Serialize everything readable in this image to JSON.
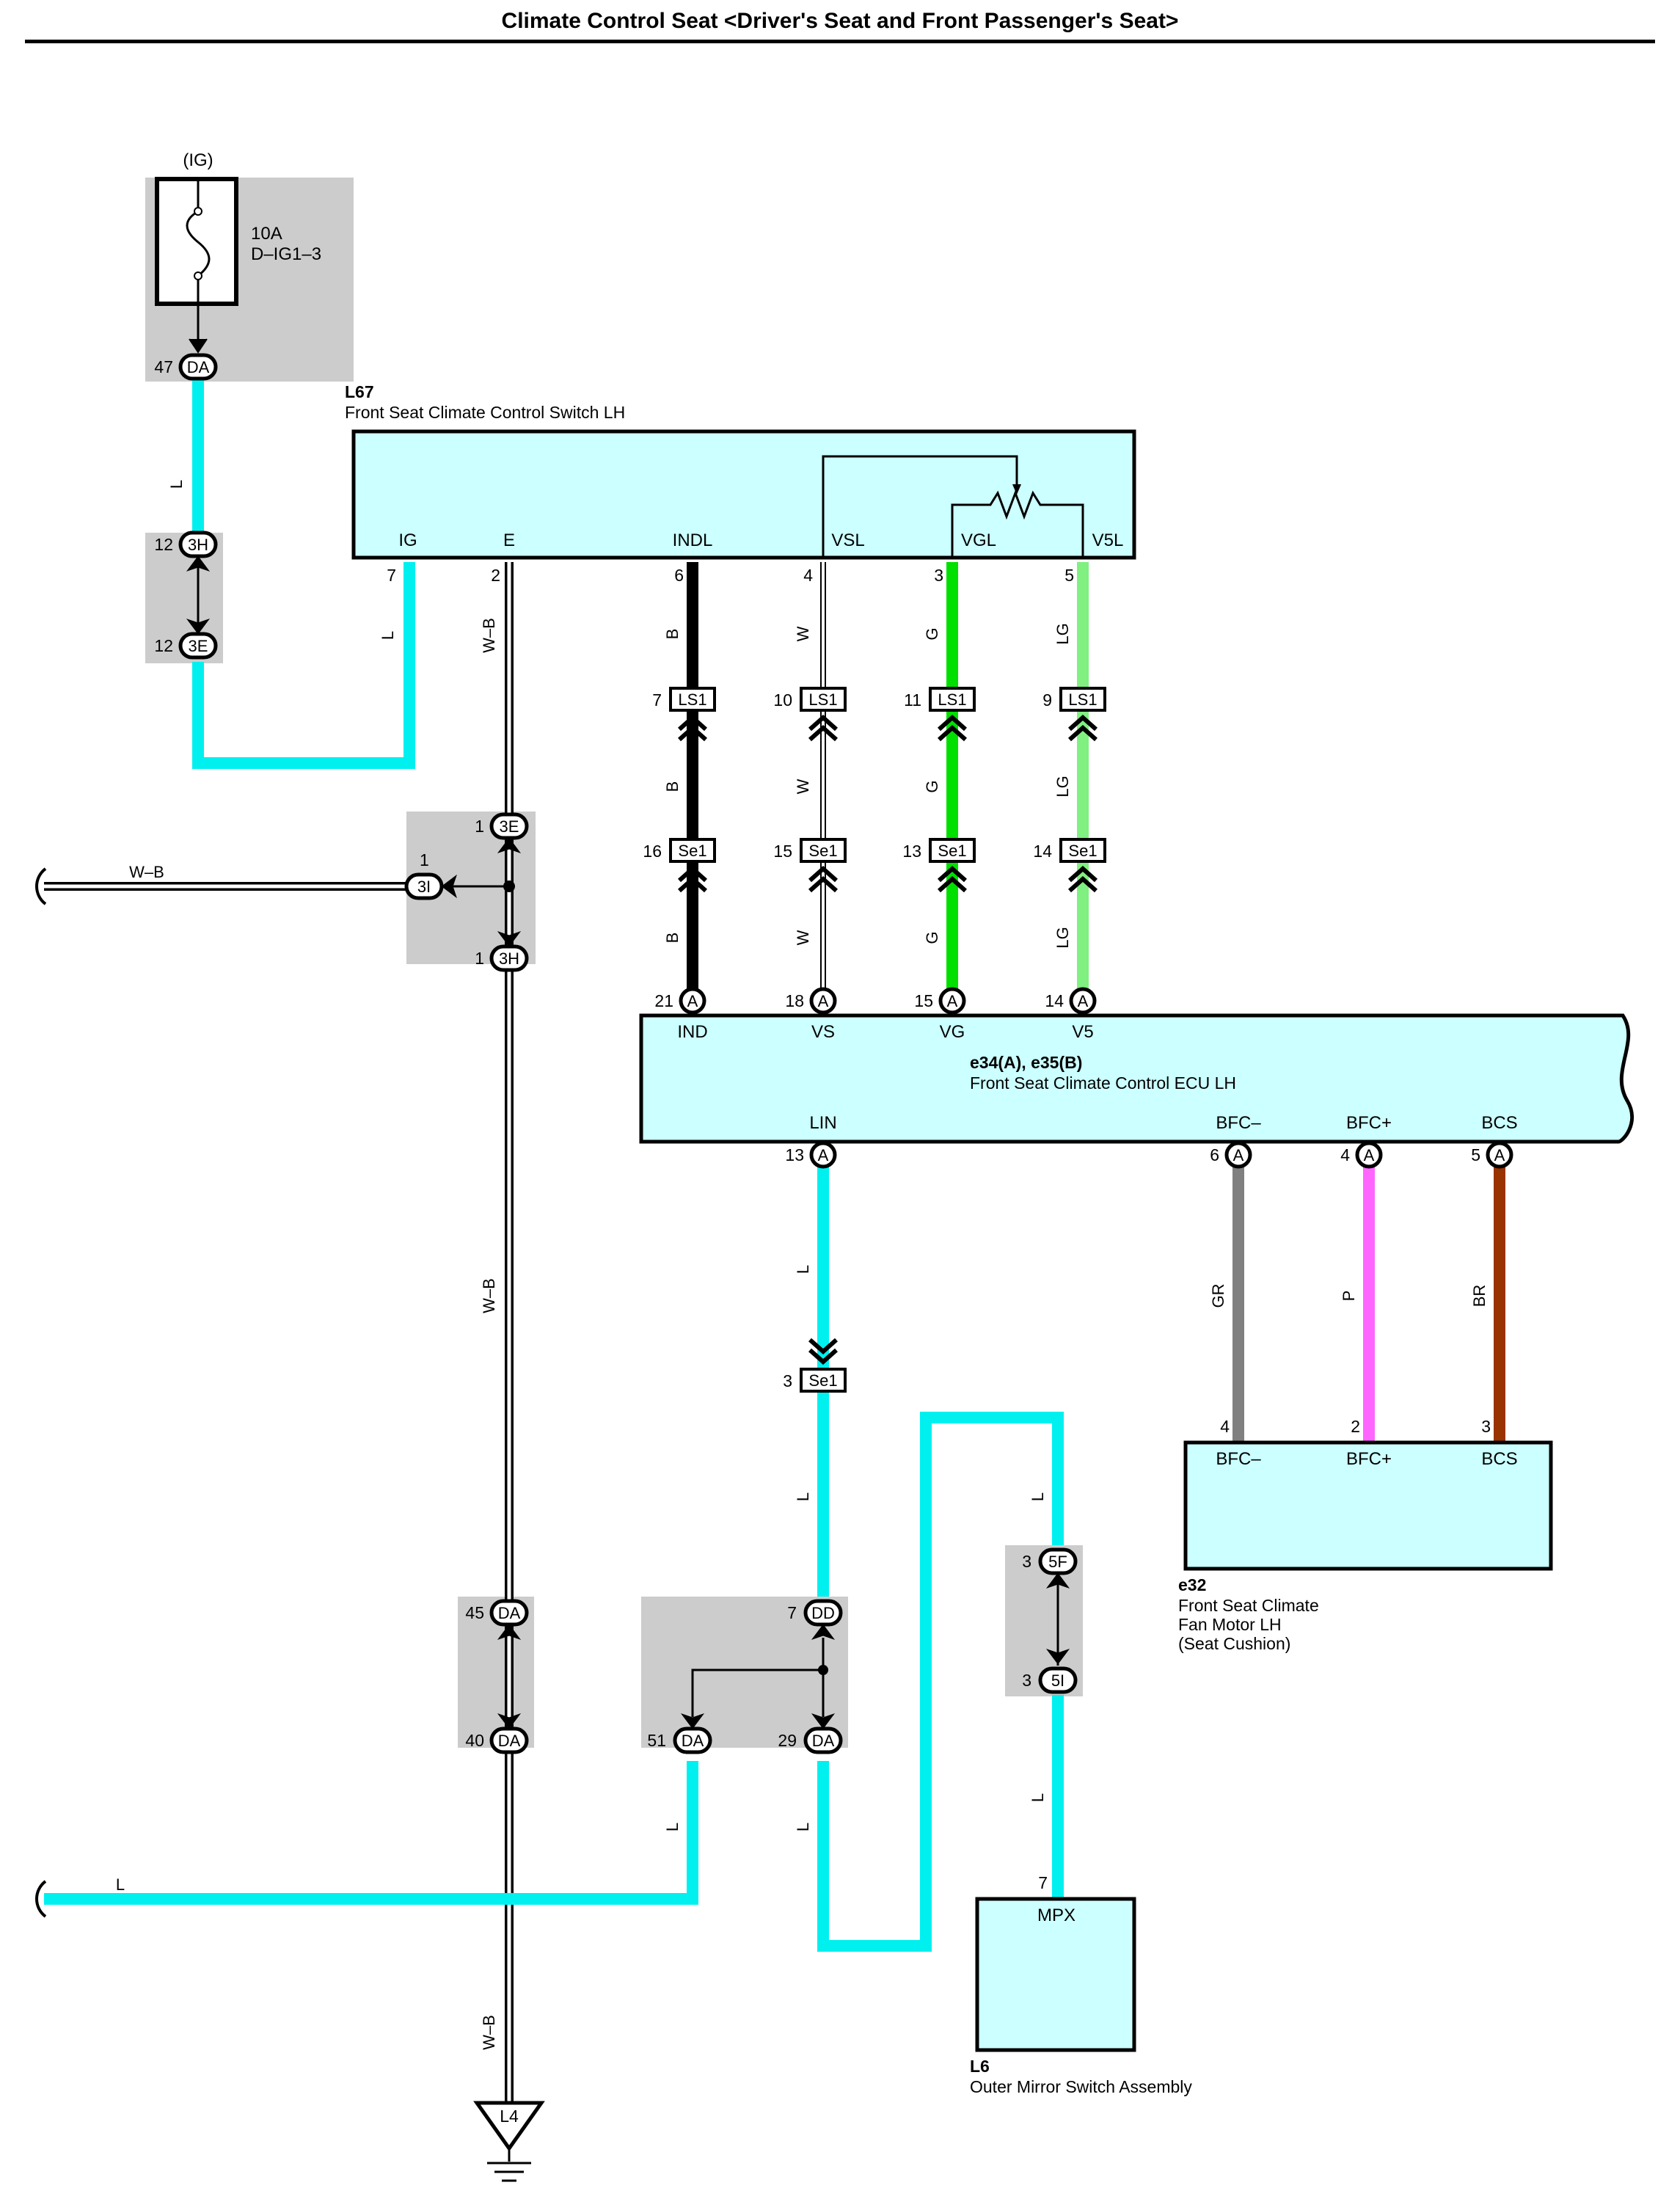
{
  "title": "Climate Control Seat <Driver's Seat and Front Passenger's Seat>",
  "power": {
    "source": "(IG)",
    "fuse_amp": "10A",
    "fuse_name": "D–IG1–3"
  },
  "components": {
    "L67": {
      "code": "L67",
      "name": "Front Seat Climate Control Switch LH",
      "pins": {
        "IG": "IG",
        "E": "E",
        "INDL": "INDL",
        "VSL": "VSL",
        "VGL": "VGL",
        "V5L": "V5L"
      }
    },
    "e34e35": {
      "code": "e34(A), e35(B)",
      "name": "Front Seat Climate Control ECU LH",
      "pins": {
        "IND": "IND",
        "VS": "VS",
        "VG": "VG",
        "V5": "V5",
        "LIN": "LIN",
        "BFCm": "BFC–",
        "BFCp": "BFC+",
        "BCS": "BCS"
      }
    },
    "e32": {
      "code": "e32",
      "name1": "Front Seat Climate",
      "name2": "Fan Motor LH",
      "name3": "(Seat Cushion)",
      "pins": {
        "BFCm": "BFC–",
        "BFCp": "BFC+",
        "BCS": "BCS"
      }
    },
    "L6": {
      "code": "L6",
      "name": "Outer Mirror Switch Assembly",
      "pin": "MPX"
    },
    "L4": {
      "code": "L4"
    }
  },
  "connectors": {
    "DA": "DA",
    "3H": "3H",
    "3E": "3E",
    "3I": "3I",
    "LS1": "LS1",
    "Se1": "Se1",
    "A": "A",
    "DD": "DD",
    "5F": "5F",
    "5I": "5I"
  },
  "pin_numbers": {
    "n47": "47",
    "n12a": "12",
    "n12b": "12",
    "n7": "7",
    "n2": "2",
    "n6": "6",
    "n4": "4",
    "n3": "3",
    "n5": "5",
    "ls_b": "7",
    "ls_w": "10",
    "ls_g": "11",
    "ls_lg": "9",
    "se_b": "16",
    "se_w": "15",
    "se_g": "13",
    "se_lg": "14",
    "a_b": "21",
    "a_w": "18",
    "a_g": "15",
    "a_lg": "14",
    "e3_1": "1",
    "e3i_1": "1",
    "e3h_1": "1",
    "lin": "13",
    "bfcm": "6",
    "bfcp": "4",
    "bcs": "5",
    "se_lin": "3",
    "m4": "4",
    "m2": "2",
    "m3": "3",
    "da45": "45",
    "da40": "40",
    "dd7": "7",
    "da51": "51",
    "da29": "29",
    "f5": "3",
    "i5": "3",
    "mpx": "7"
  },
  "wire_colors": {
    "L": "L",
    "W_B": "W–B",
    "B": "B",
    "W": "W",
    "G": "G",
    "LG": "LG",
    "GR": "GR",
    "P": "P",
    "BR": "BR"
  }
}
